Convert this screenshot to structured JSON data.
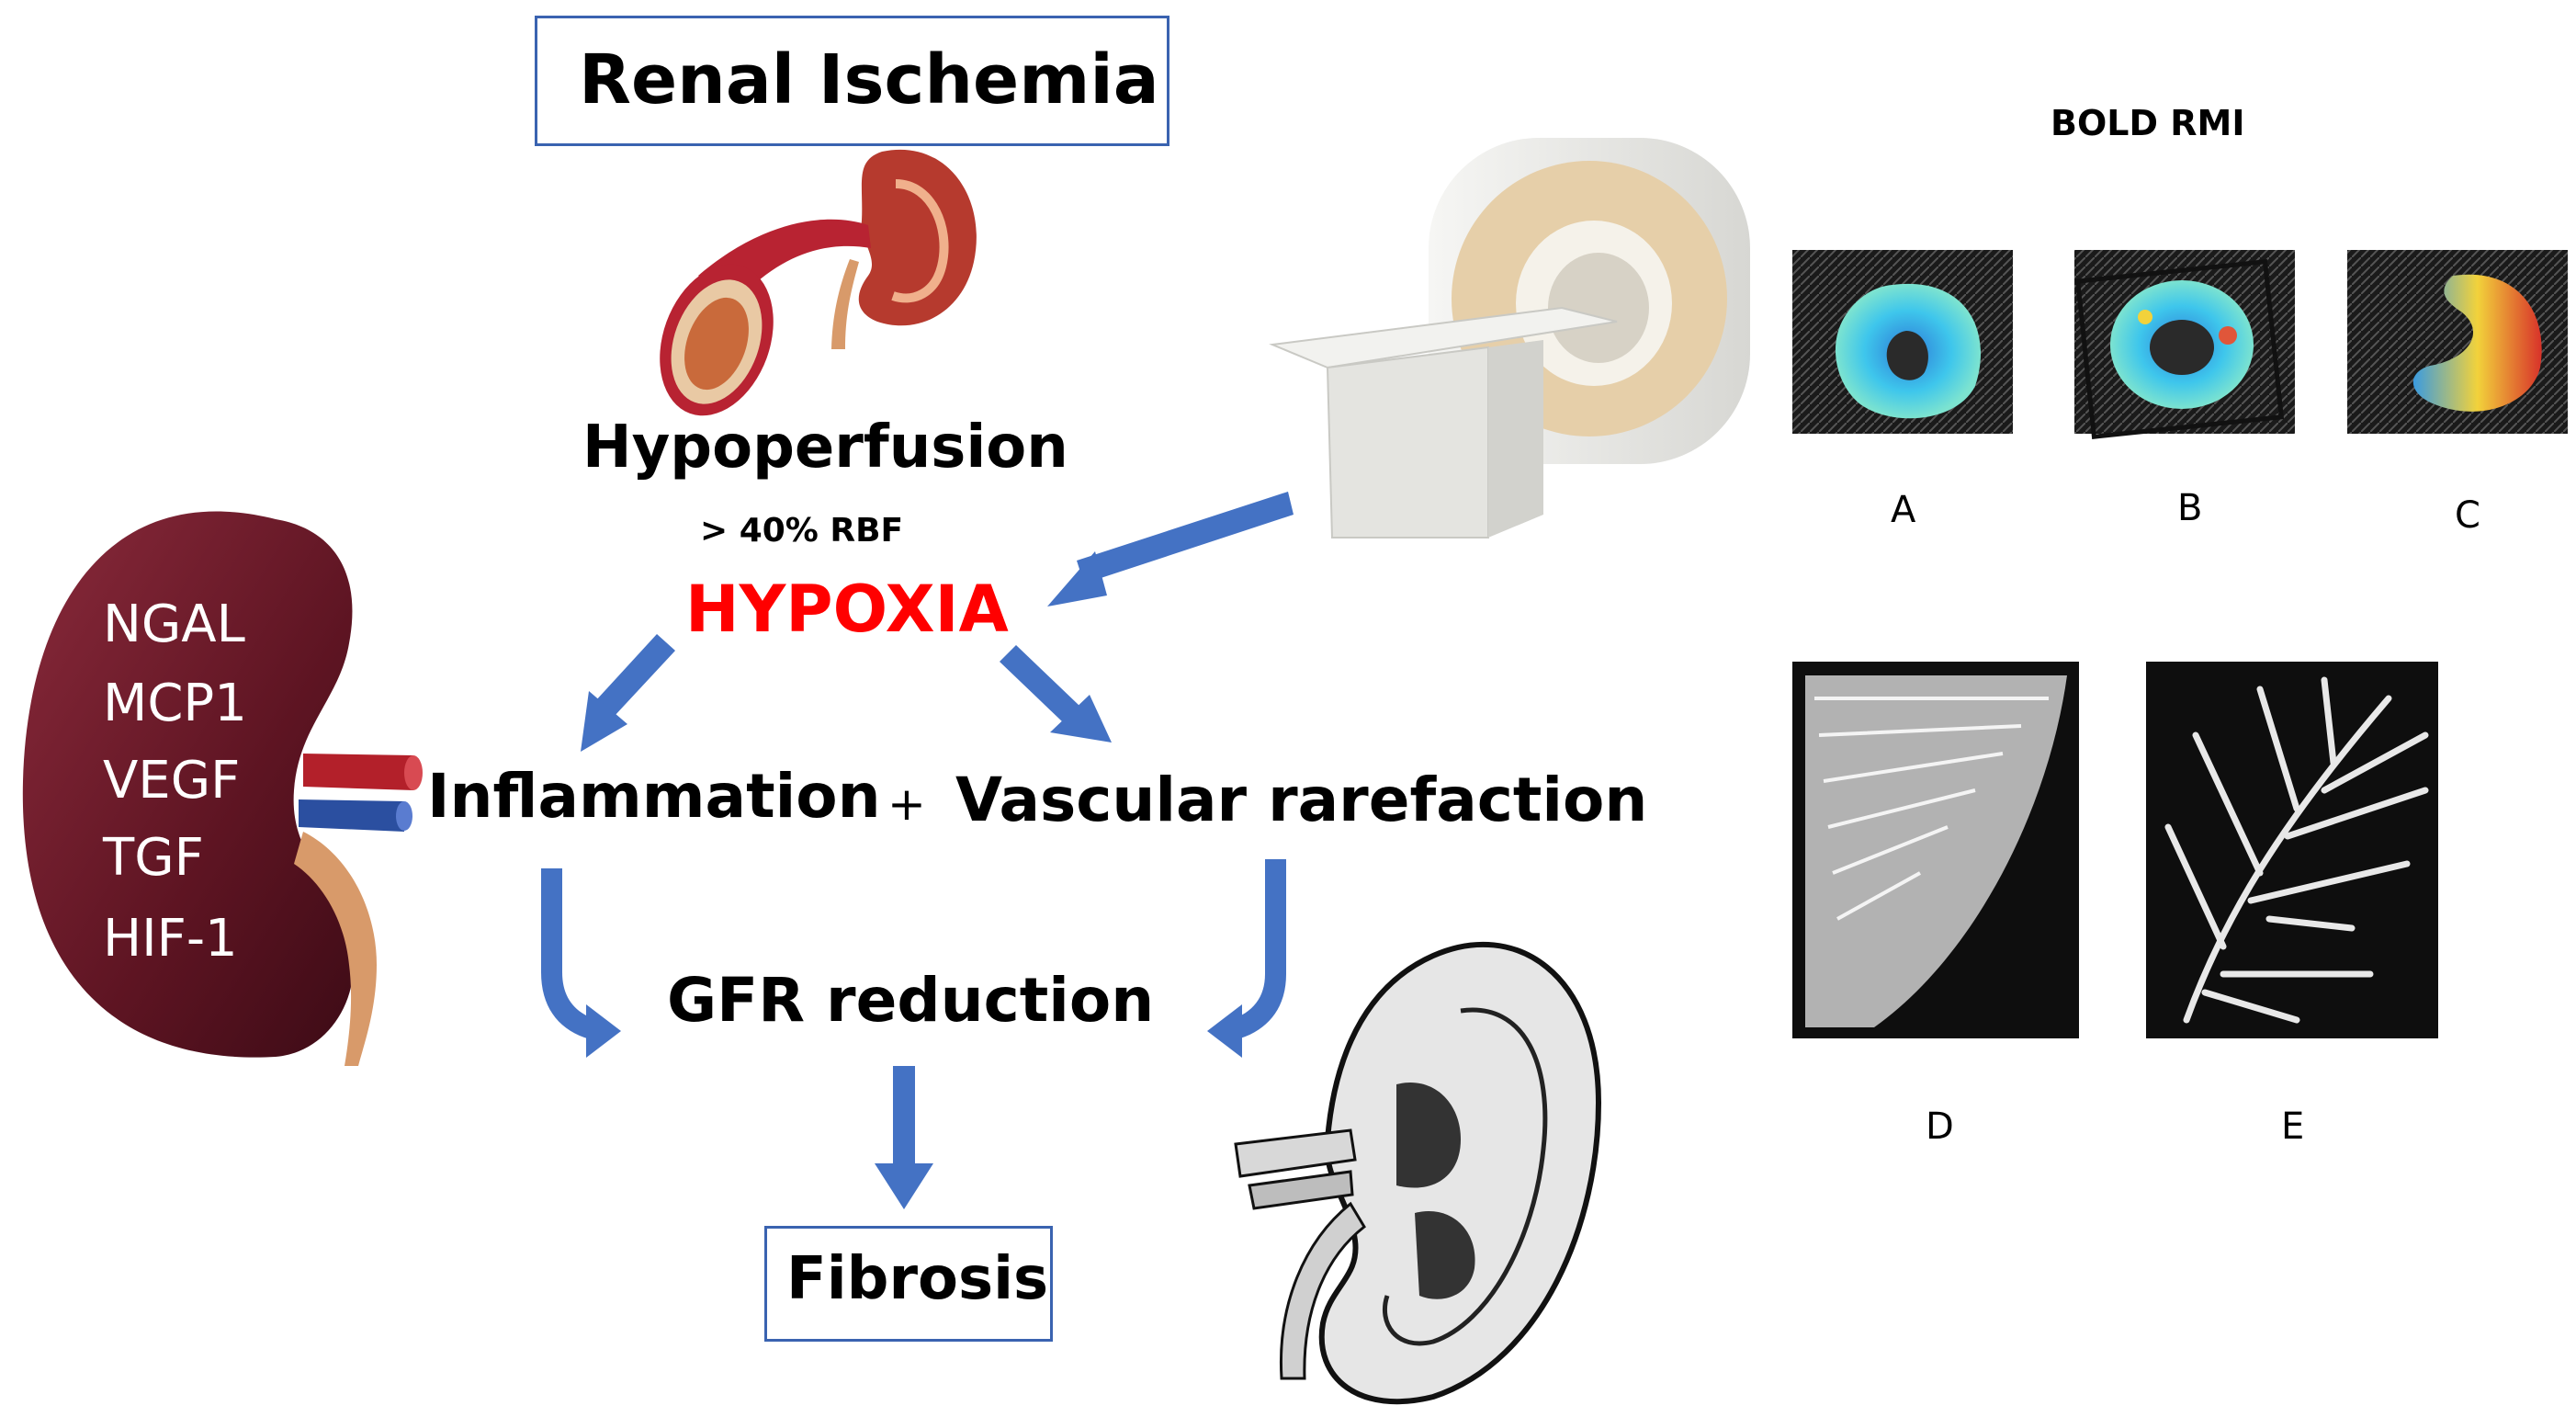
{
  "title": "Renal Ischemia",
  "hypoperfusion": "Hypoperfusion",
  "rbf_note": "> 40% RBF",
  "hypoxia": "HYPOXIA",
  "inflammation": "Inflammation",
  "plus": "+",
  "vascular": "Vascular rarefaction",
  "gfr": "GFR reduction",
  "fibrosis": "Fibrosis",
  "markers": [
    "NGAL",
    "MCP1",
    "VEGF",
    "TGF",
    "HIF-1"
  ],
  "bold_title": "BOLD RMI",
  "panel_labels": [
    "A",
    "B",
    "C",
    "D",
    "E"
  ],
  "colors": {
    "box_border": "#3a63b0",
    "arrow": "#4472c4",
    "hypoxia": "#ff0000",
    "kidney": "#6e1b2a",
    "artery": "#b3202a",
    "vein": "#2b4fa0",
    "ureter": "#d89a6a"
  },
  "icons": [
    "kidney-artery-illustration",
    "mri-scanner-image",
    "kidney-cross-section-drawing",
    "kidney-illustration"
  ]
}
